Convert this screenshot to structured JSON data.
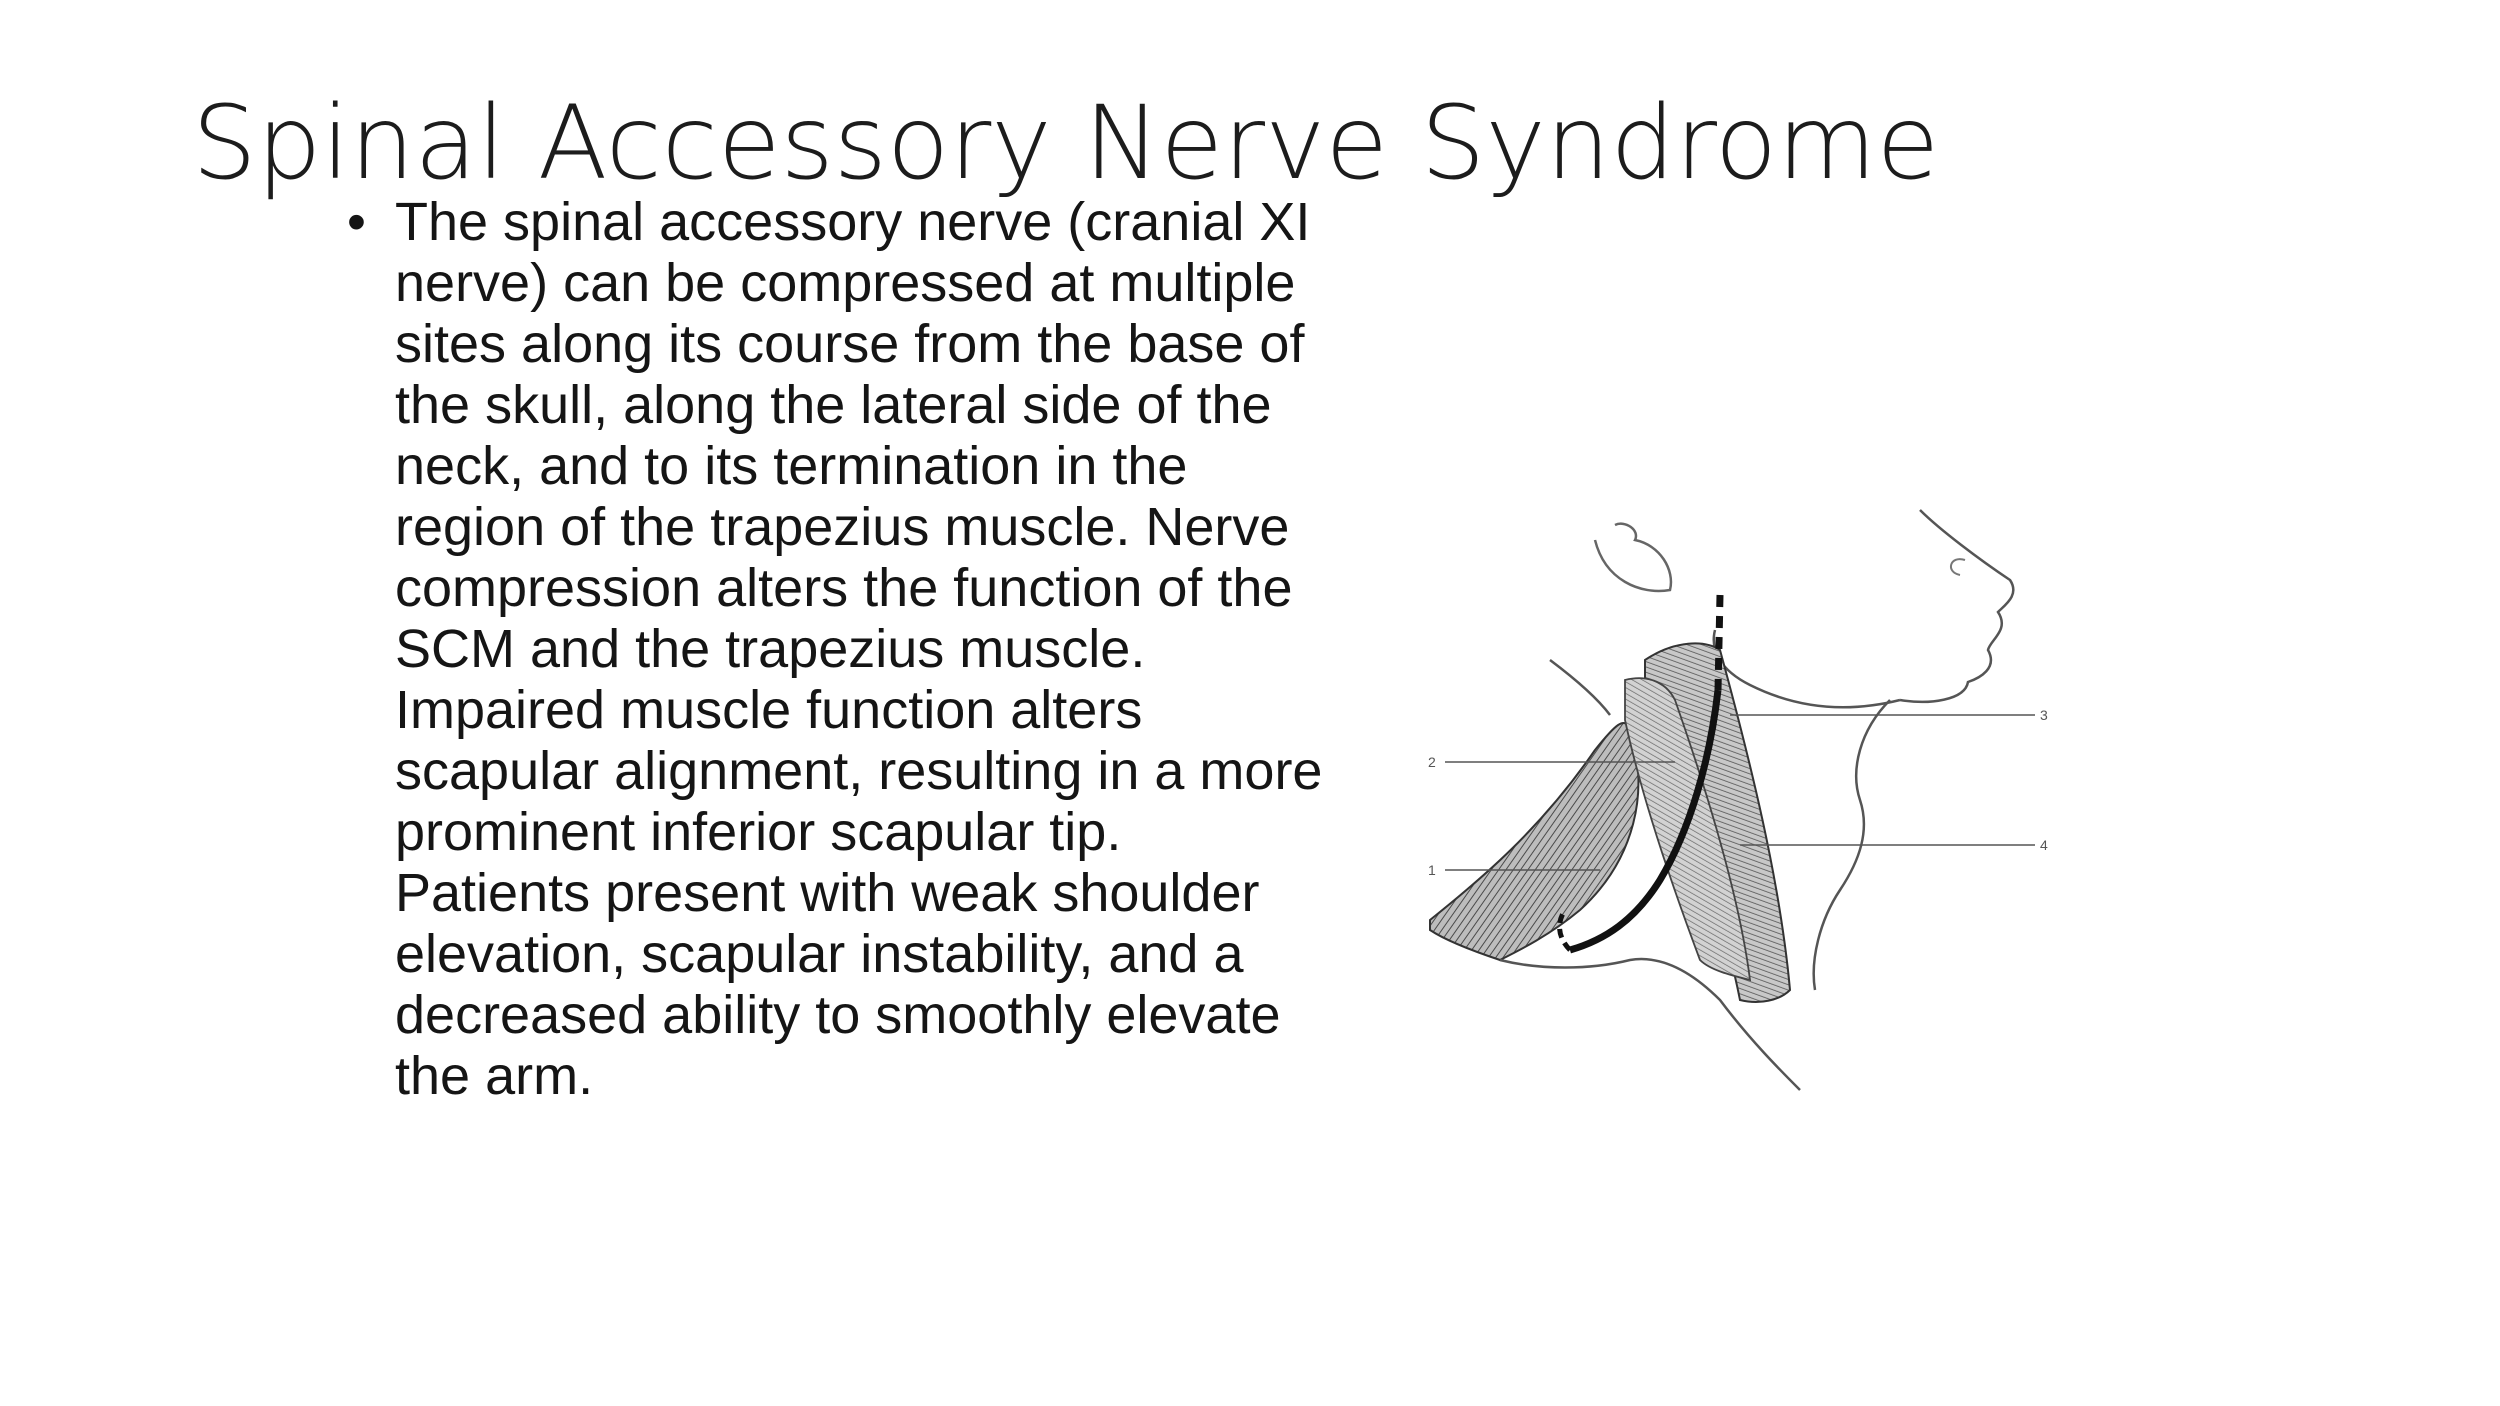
{
  "slide": {
    "title": "Spinal Accessory Nerve Syndrome",
    "bullets": [
      {
        "text": "The spinal accessory nerve (cranial XI nerve) can be compressed at multiple sites along its course from the base of the skull, along the lateral side of the neck, and to its termination in the region of the trapezius muscle. Nerve compression alters the function of the SCM and the trapezius muscle. Impaired muscle function alters scapular alignment, resulting in a more prominent inferior scapular tip. Patients present with weak shoulder elevation, scapular instability, and a decreased ability to smoothly elevate the arm."
      }
    ],
    "figure": {
      "callouts": [
        "1",
        "2",
        "3",
        "4"
      ]
    }
  }
}
